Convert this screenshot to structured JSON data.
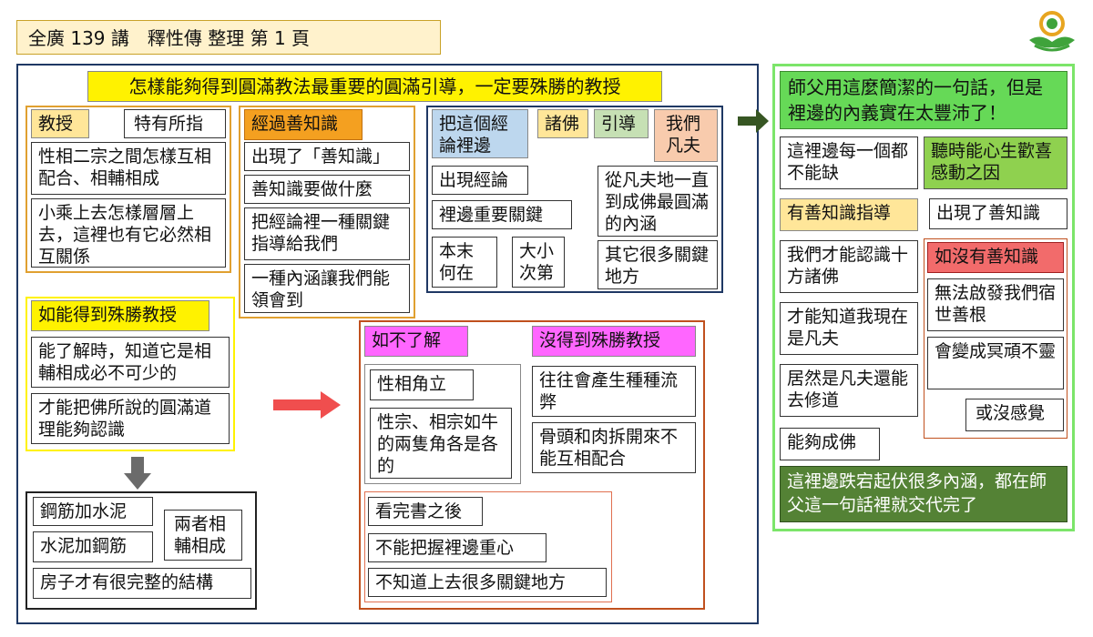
{
  "header": {
    "title": "全廣 139 講　釋性傳 整理 第 1 頁"
  },
  "logo": {
    "icon": "lotus-logo-icon"
  },
  "left": {
    "title": "怎樣能夠得到圓滿教法最重要的圓滿引導，一定要殊勝的教授",
    "jiaoshou": {
      "label": "教授",
      "tag": "特有所指",
      "items": [
        "性相二宗之間怎樣互相配合、相輔相成",
        "小乘上去怎樣層層上去，這裡也有它必然相互關係"
      ]
    },
    "shanzhishi": {
      "label": "經過善知識",
      "items": [
        "出現了「善知識」",
        "善知識要做什麼",
        "把經論裡一種關鍵指導給我們",
        "一種內涵讓我們能領會到"
      ]
    },
    "jinglun": {
      "label": "把這個經論裡邊",
      "zhufo": "諸佛",
      "yindao": "引導",
      "fanfu": "我們凡夫",
      "items": [
        "出現經論",
        "裡邊重要關鍵",
        "本末何在",
        "大小次第"
      ],
      "right_items": [
        "從凡夫地一直到成佛最圓滿的內涵",
        "其它很多關鍵地方"
      ]
    },
    "rusheng": {
      "label": "如能得到殊勝教授",
      "items": [
        "能了解時，知道它是相輔相成必不可少的",
        "才能把佛所說的圓滿道理能夠認識"
      ]
    },
    "analogy": {
      "items": [
        "鋼筋加水泥",
        "水泥加鋼筋",
        "房子才有很完整的結構"
      ],
      "both": "兩者相輔相成"
    },
    "bulie": {
      "label": "如不了解",
      "items": [
        "性相角立",
        "性宗、相宗如牛的兩隻角各是各的"
      ]
    },
    "meide": {
      "label": "沒得到殊勝教授",
      "items": [
        "往往會產生種種流弊",
        "骨頭和肉拆開來不能互相配合"
      ]
    },
    "kanwan": {
      "items": [
        "看完書之後",
        "不能把握裡邊重心",
        "不知道上去很多關鍵地方"
      ]
    }
  },
  "right": {
    "title": "師父用這麼簡潔的一句話，但是裡邊的內義實在太豐沛了！",
    "mei_yige": "這裡邊每一個都不能缺",
    "tingshi": "聽時能心生歡喜感動之因",
    "you_label": "有善知識指導",
    "chuxian": "出現了善知識",
    "you_items": [
      "我們才能認識十方諸佛",
      "才能知道我現在是凡夫",
      "居然是凡夫還能去修道",
      "能夠成佛"
    ],
    "mei_label": "如沒有善知識",
    "mei_items": [
      "無法啟發我們宿世善根",
      "會變成冥頑不靈",
      "或沒感覺"
    ],
    "conclusion": "這裡邊跌宕起伏很多內涵，都在師父這一句話裡就交代完了"
  },
  "colors": {
    "yellow": "#FFF200",
    "header_bg": "#FFF2CC",
    "orange": "#F4A020",
    "lightblue": "#BDD7EE",
    "lightyellow": "#FFE699",
    "lightgreen": "#C6E0B4",
    "salmon": "#F8CBAD",
    "magenta": "#FF66FF",
    "green": "#66D957",
    "darkgreen": "#548235",
    "red": "#F26B6B",
    "green_border": "#7CE56A",
    "red_arrow": "#F04E4E",
    "gray_arrow": "#6B6B6B",
    "dark_green_arrow": "#375623"
  }
}
